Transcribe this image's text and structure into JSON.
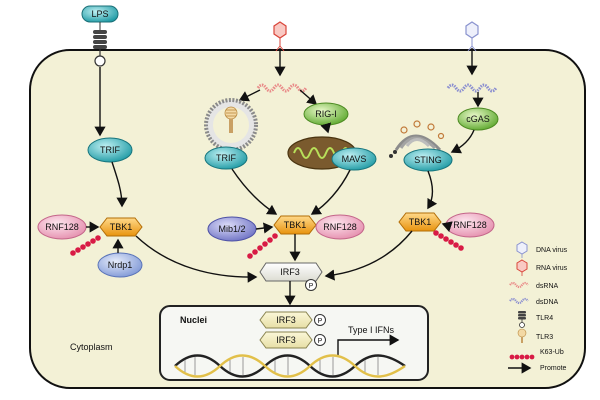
{
  "labels": {
    "lps": "LPS",
    "trif_left": "TRIF",
    "trif_mid": "TRIF",
    "rig_i": "RIG-I",
    "mavs": "MAVS",
    "cgas": "cGAS",
    "sting": "STING",
    "tbk1_left": "TBK1",
    "tbk1_mid": "TBK1",
    "tbk1_right": "TBK1",
    "rnf128_left": "RNF128",
    "rnf128_mid": "RNF128",
    "rnf128_right": "RNF128",
    "nrdp1": "Nrdp1",
    "mib12": "Mib1/2",
    "irf3": "IRF3",
    "irf3_n1": "IRF3",
    "irf3_n2": "IRF3",
    "p": "P",
    "nuclei": "Nuclei",
    "type1_ifns": "Type I IFNs",
    "cytoplasm": "Cytoplasm"
  },
  "legend": [
    {
      "icon": "dna-virus-icon",
      "label": "DNA virus"
    },
    {
      "icon": "rna-virus-icon",
      "label": "RNA virus"
    },
    {
      "icon": "dsrna-icon",
      "label": "dsRNA"
    },
    {
      "icon": "dsdna-icon",
      "label": "dsDNA"
    },
    {
      "icon": "tlr4-icon",
      "label": "TLR4"
    },
    {
      "icon": "tlr3-icon",
      "label": "TLR3"
    },
    {
      "icon": "k63-ub-icon",
      "label": "K63-Ub"
    },
    {
      "icon": "promote-arrow-icon",
      "label": "Promote"
    }
  ],
  "colors": {
    "cell_fill": "#f3f1d6",
    "trif_teal": "#2aa9b3",
    "green_node": "#7cc143",
    "tbk1_orange": "#f1a21b",
    "rnf128_pink": "#f2b3c6",
    "mib_purple": "#8c8fd6",
    "nrdp1_blue": "#9ab0e0",
    "ub_red": "#d81b45",
    "nucleus_fill": "#f6f7f3"
  }
}
